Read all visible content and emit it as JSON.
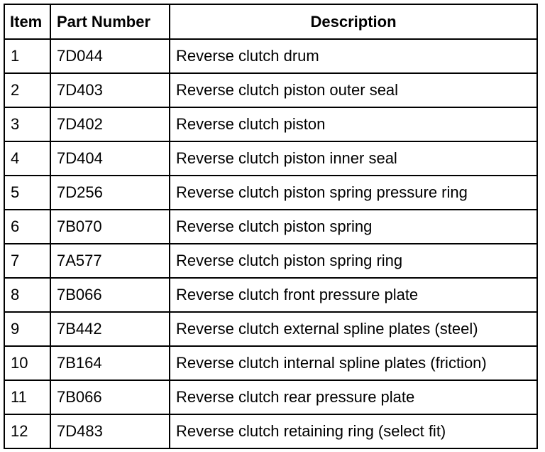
{
  "table": {
    "headers": {
      "item": "Item",
      "part_number": "Part Number",
      "description": "Description"
    },
    "rows": [
      {
        "item": "1",
        "part_number": "7D044",
        "description": "Reverse clutch drum"
      },
      {
        "item": "2",
        "part_number": "7D403",
        "description": "Reverse clutch piston outer seal"
      },
      {
        "item": "3",
        "part_number": "7D402",
        "description": "Reverse clutch piston"
      },
      {
        "item": "4",
        "part_number": "7D404",
        "description": "Reverse clutch piston inner seal"
      },
      {
        "item": "5",
        "part_number": "7D256",
        "description": "Reverse clutch piston spring pressure ring"
      },
      {
        "item": "6",
        "part_number": "7B070",
        "description": "Reverse clutch piston spring"
      },
      {
        "item": "7",
        "part_number": "7A577",
        "description": "Reverse clutch piston spring ring"
      },
      {
        "item": "8",
        "part_number": "7B066",
        "description": "Reverse clutch front pressure plate"
      },
      {
        "item": "9",
        "part_number": "7B442",
        "description": "Reverse clutch external spline plates (steel)"
      },
      {
        "item": "10",
        "part_number": "7B164",
        "description": "Reverse clutch internal spline plates (friction)"
      },
      {
        "item": "11",
        "part_number": "7B066",
        "description": "Reverse clutch rear pressure plate"
      },
      {
        "item": "12",
        "part_number": "7D483",
        "description": "Reverse clutch retaining ring (select fit)"
      }
    ]
  }
}
